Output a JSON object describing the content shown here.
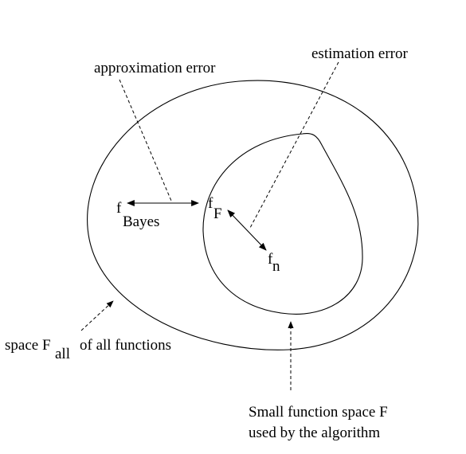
{
  "labels": {
    "approximation_error": "approximation error",
    "estimation_error": "estimation error",
    "f_bayes_main": "f",
    "f_bayes_sub": "Bayes",
    "f_F_main": "f",
    "f_F_sub": "F",
    "f_n_main": "f",
    "f_n_sub": "n",
    "space_all_prefix": "space F",
    "space_all_sub": "all",
    "space_all_suffix": "of all functions",
    "small_space_line1": "Small function space F",
    "small_space_line2": "used by the algorithm"
  },
  "colors": {
    "stroke": "#000000",
    "background": "#ffffff"
  }
}
